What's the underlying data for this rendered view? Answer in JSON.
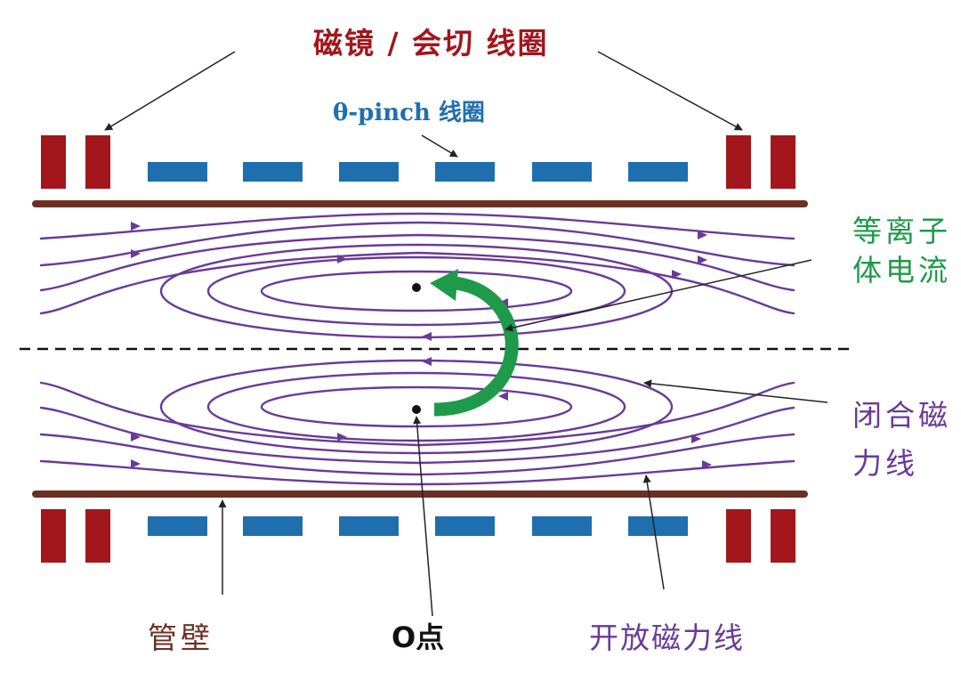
{
  "labels": {
    "mirror_coil": "磁镜 / 会切 线圈",
    "theta_pinch_coil": "θ-pinch 线圈",
    "plasma_current": [
      "等离子",
      "体电流"
    ],
    "closed_field_lines": [
      "闭合磁",
      "力线"
    ],
    "open_field_lines": "开放磁力线",
    "tube_wall": "管壁",
    "o_point": "O点"
  },
  "colors": {
    "mirror_coil": "#a2161c",
    "theta_pinch_coil": "#1f6fae",
    "field_lines": "#6a3a98",
    "tube_wall": "#6b3024",
    "plasma_current_arrow": "#1f9a4a",
    "pointer_lines": "#222222",
    "axis_line": "#111111"
  },
  "icons": {
    "plasma_current_arrow": "curved-arrow-icon",
    "o_point_marker": "dot-icon"
  }
}
